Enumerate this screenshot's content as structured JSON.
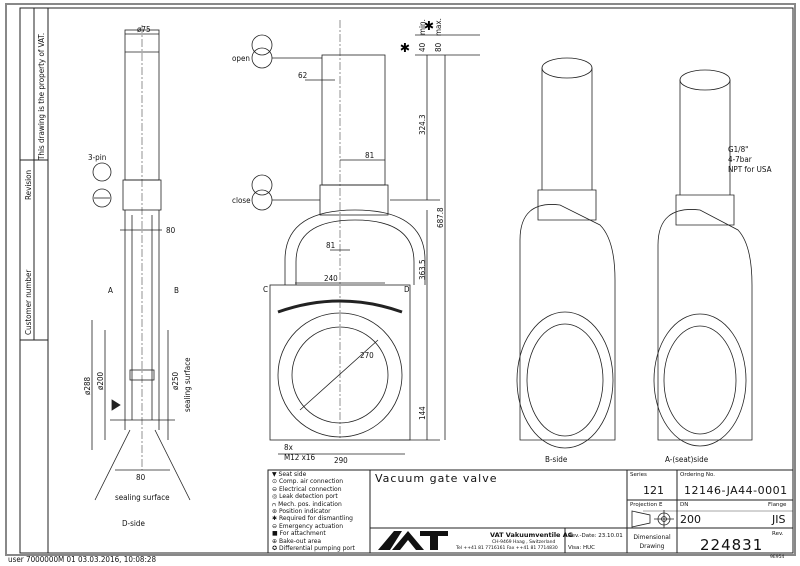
{
  "margin": {
    "property_note": "This drawing is the property of VAT.",
    "revision_label": "Revision",
    "customer_number_label": "Customer number",
    "footer_user": "user 7000000M 01 03.03.2016, 10:08:28"
  },
  "side_view": {
    "dim_diameter_top": "ø75",
    "connector_label": "3-pin",
    "dim_width": "80",
    "label_a": "A",
    "label_b": "B",
    "dim_d288": "ø288",
    "dim_d200": "ø200",
    "dim_d250": "ø250",
    "sealing_vertical": "sealing surface",
    "dim_bottom": "80",
    "sealing_bottom": "sealing surface",
    "caption": "D-side"
  },
  "front_view": {
    "open_label": "open",
    "close_label": "close",
    "dim_62": "62",
    "dim_81_top": "81",
    "dim_81_bonnet": "81",
    "dim_240": "240",
    "label_c": "C",
    "label_d": "D",
    "dim_270": "270",
    "bolts_count": "8x",
    "bolts_thread": "M12 x16",
    "dim_290": "290",
    "dim_324": "324.3",
    "dim_687": "687.8",
    "dim_363": "363.5",
    "dim_144": "144",
    "dim_40": "40",
    "dim_min": "min.",
    "dim_80": "80",
    "dim_max": "max."
  },
  "iso_views": {
    "b_caption": "B-side",
    "a_caption": "A-(seat)side",
    "air_note": [
      "G1/8\"",
      "4-7bar",
      "NPT for USA"
    ]
  },
  "title_block": {
    "legend": [
      {
        "icon": "seat-side-icon",
        "label": "Seat side"
      },
      {
        "icon": "comp-air-icon",
        "label": "Comp. air connection"
      },
      {
        "icon": "electrical-icon",
        "label": "Electrical connection"
      },
      {
        "icon": "leak-detection-icon",
        "label": "Leak detection port"
      },
      {
        "icon": "mech-pos-icon",
        "label": "Mech. pos. indication"
      },
      {
        "icon": "position-indicator-icon",
        "label": "Position indicator"
      },
      {
        "icon": "dismantling-icon",
        "label": "Required for dismantling"
      },
      {
        "icon": "emergency-icon",
        "label": "Emergency actuation"
      },
      {
        "icon": "attachment-icon",
        "label": "For attachment"
      },
      {
        "icon": "bake-out-icon",
        "label": "Bake-out area"
      },
      {
        "icon": "diff-pumping-icon",
        "label": "Differential pumping port"
      }
    ],
    "title": "Vacuum gate valve",
    "company": "VAT Vakuumventile AG",
    "address": "CH-9469 Haag , Switzerland",
    "phone": "Tel ++41 81 7716161 Fax ++41 81 7714830",
    "logo_text": "VAT",
    "rev_date": "Rev.-Date: 23.10.01",
    "visa": "Visa: HUC",
    "series_label": "Series",
    "series": "121",
    "ordering_label": "Ordering No.",
    "ordering_no": "12146-JA44-0001",
    "projection_label": "Projection E",
    "dn_label": "DN",
    "dn": "200",
    "flange_label": "Flange",
    "flange": "JIS",
    "doc_type": "Dimensional Drawing",
    "drawing_no": "224831",
    "rev_label": "Rev.",
    "corner_code": "9E954"
  }
}
